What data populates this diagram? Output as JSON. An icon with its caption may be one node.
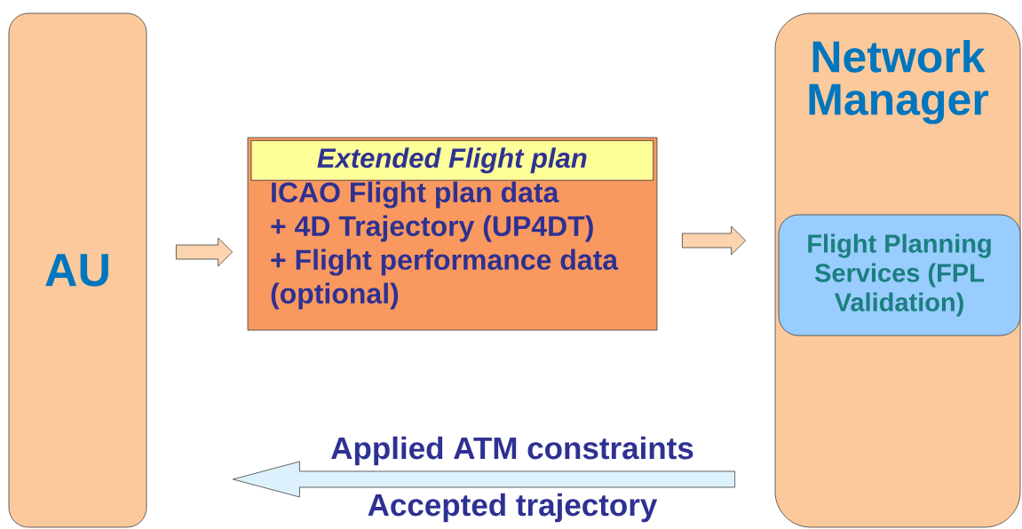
{
  "diagram": {
    "nodes": [
      {
        "text": [
          "AU"
        ]
      },
      {
        "text": [
          "Extended Flight plan",
          "ICAO Flight plan data",
          "+ 4D Trajectory (UP4DT)",
          "+ Flight performance data (optional)"
        ]
      },
      {
        "text": [
          "Network Manager"
        ]
      },
      {
        "text": [
          "Flight Planning Services (FPL Validation)"
        ],
        "in": 2
      }
    ],
    "edges": [
      {
        "from": 0,
        "to": 1,
        "arrow": "to"
      },
      {
        "from": 1,
        "to": 2,
        "arrow": "to"
      },
      {
        "from": 2,
        "to": 0,
        "arrow": "to",
        "label": "Applied ATM constraints",
        "color": "#ddf1fc"
      }
    ],
    "labels": [
      "Accepted trajectory"
    ]
  }
}
